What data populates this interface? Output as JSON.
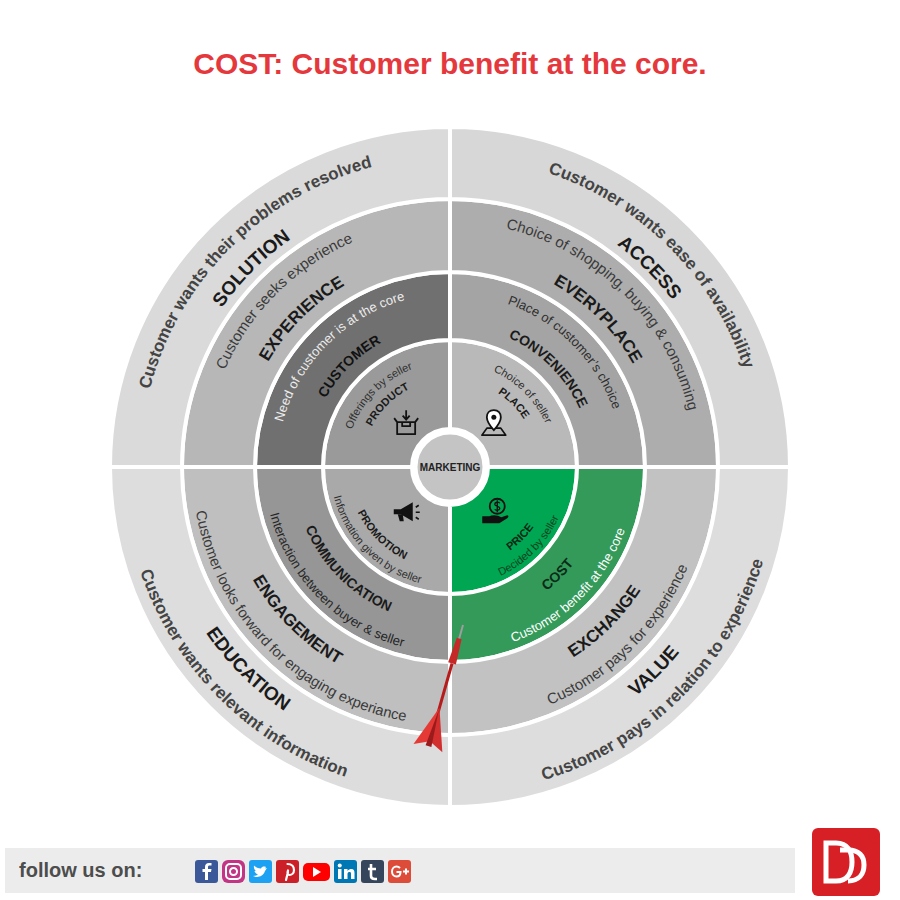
{
  "diagram": {
    "title": "COST: Customer benefit at the core.",
    "nodes": [
      {
        "text": [
          "MARKETING"
        ]
      },
      {
        "text": [
          "PRODUCT",
          "Offerings by seller"
        ]
      },
      {
        "text": [
          "PLACE",
          "Choice of seller"
        ]
      },
      {
        "text": [
          "PROMOTION",
          "Information given by seller"
        ]
      },
      {
        "text": [
          "PRICE",
          "Decided by seller"
        ]
      },
      {
        "text": [
          "CUSTOMER",
          "Need of customer is at the core"
        ]
      },
      {
        "text": [
          "CONVENIENCE",
          "Place of customer’s choice"
        ]
      },
      {
        "text": [
          "COMMUNICATION",
          "Interaction between buyer & seller"
        ]
      },
      {
        "text": [
          "COST",
          "Customer benefit at the core"
        ]
      },
      {
        "text": [
          "EXPERIENCE",
          "Customer seeks experience"
        ]
      },
      {
        "text": [
          "EVERYPLACE",
          "Choice of shopping, buying & consuming"
        ]
      },
      {
        "text": [
          "ENGAGEMENT",
          "Customer looks forward for engaging experiance"
        ]
      },
      {
        "text": [
          "EXCHANGE",
          "Customer pays for experience"
        ]
      },
      {
        "text": [
          "SOLUTION",
          "Customer wants their problems resolved"
        ]
      },
      {
        "text": [
          "ACCESS",
          "Customer wants ease of availability"
        ]
      },
      {
        "text": [
          "EDUCATION",
          "Customer wants relevant information"
        ]
      },
      {
        "text": [
          "VALUE",
          "Customer pays in relation to experience"
        ]
      }
    ],
    "labels": [
      "follow us on:"
    ]
  }
}
